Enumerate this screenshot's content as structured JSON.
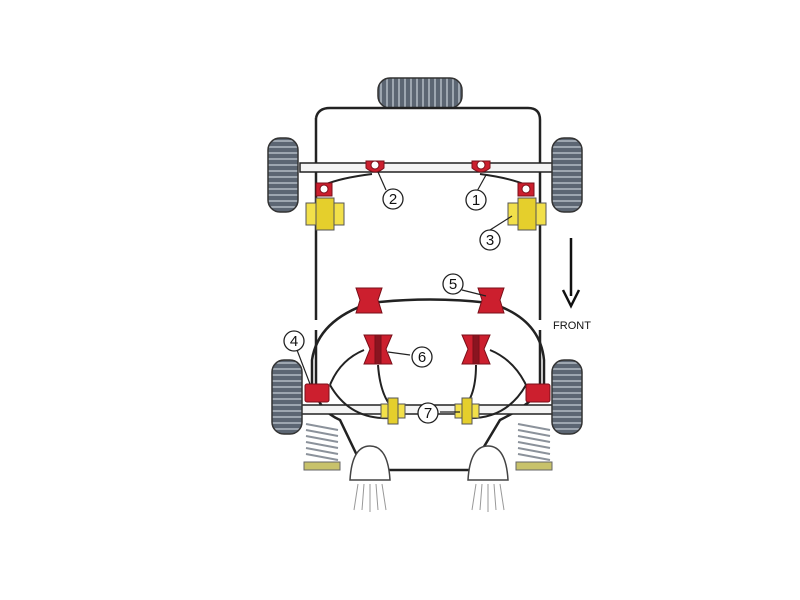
{
  "diagram": {
    "labels": {
      "c1": "1",
      "c2": "2",
      "c3": "3",
      "c4": "4",
      "c5": "5",
      "c6": "6",
      "c7": "7",
      "front": "FRONT"
    },
    "colors": {
      "outline": "#222222",
      "bush_red": "#cc1f2e",
      "bush_yellow": "#f2e04a",
      "tyre": "#5a6470",
      "spring": "#9aa0a8",
      "background": "#ffffff"
    }
  }
}
